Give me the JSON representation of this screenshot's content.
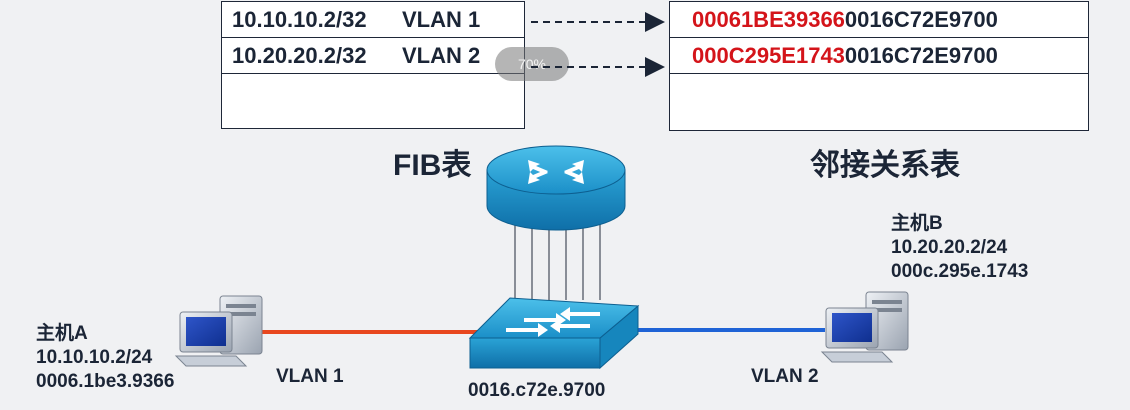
{
  "fib_table": {
    "rows": [
      {
        "ip": "10.10.10.2/32",
        "vlan": "VLAN 1"
      },
      {
        "ip": "10.20.20.2/32",
        "vlan": "VLAN 2"
      },
      {
        "ip": "",
        "vlan": ""
      }
    ],
    "caption": "FIB表"
  },
  "adjacency_table": {
    "rows": [
      {
        "dst_mac": "00061BE39366",
        "src_mac": "0016C72E9700"
      },
      {
        "dst_mac": "000C295E1743",
        "src_mac": "0016C72E9700"
      },
      {
        "dst_mac": "",
        "src_mac": ""
      }
    ],
    "caption": "邻接关系表"
  },
  "host_a": {
    "name": "主机A",
    "ip": "10.10.10.2/24",
    "mac": "0006.1be3.9366"
  },
  "host_b": {
    "name": "主机B",
    "ip": "10.20.20.2/24",
    "mac": "000c.295e.1743"
  },
  "switch": {
    "mac": "0016.c72e.9700"
  },
  "links": {
    "left_vlan": "VLAN 1",
    "right_vlan": "VLAN 2"
  },
  "zoom_overlay": "70%",
  "colors": {
    "vlan1_link": "#e8471e",
    "vlan2_link": "#1f63d6",
    "highlight_text": "#d4141a",
    "device_blue": "#2aa3d6"
  }
}
